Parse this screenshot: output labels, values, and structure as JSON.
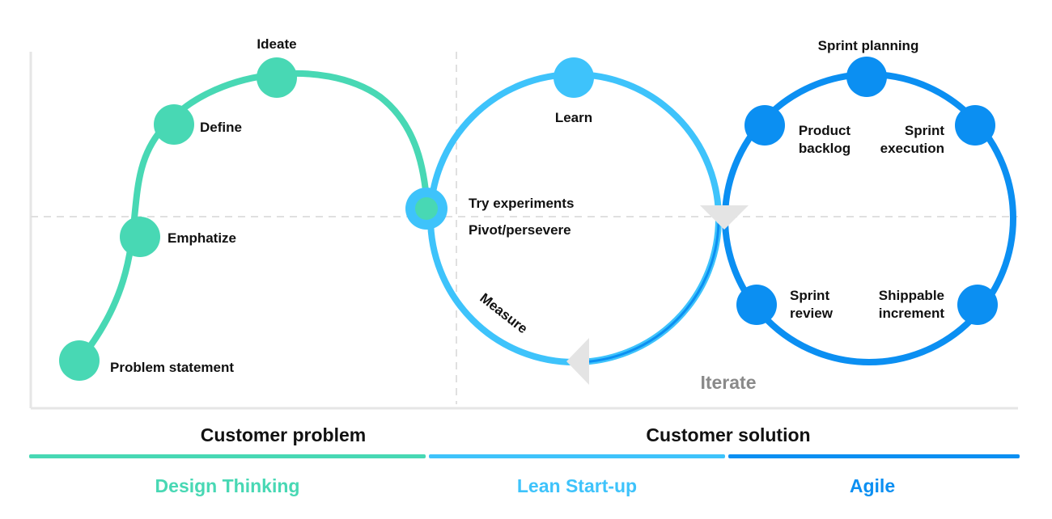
{
  "colors": {
    "design_thinking": "#48d8b4",
    "lean_startup": "#3ec3fb",
    "agile": "#0b8ff2",
    "axis": "#e6e6e6",
    "iterate": "#8a8a8a",
    "text": "#111111"
  },
  "design_thinking": {
    "stages": [
      "Problem statement",
      "Emphatize",
      "Define",
      "Ideate"
    ]
  },
  "lean_startup": {
    "labels": {
      "learn": "Learn",
      "try": "Try experiments",
      "pivot": "Pivot/persevere",
      "measure": "Measure"
    }
  },
  "agile": {
    "labels": {
      "planning": "Sprint planning",
      "backlog": [
        "Product",
        "backlog"
      ],
      "execution": [
        "Sprint",
        "execution"
      ],
      "review": [
        "Sprint",
        "review"
      ],
      "increment": [
        "Shippable",
        "increment"
      ]
    },
    "iterate": "Iterate"
  },
  "sections": {
    "problem": "Customer problem",
    "solution": "Customer solution"
  },
  "methodologies": {
    "design_thinking": "Design Thinking",
    "lean_startup": "Lean Start-up",
    "agile": "Agile"
  }
}
